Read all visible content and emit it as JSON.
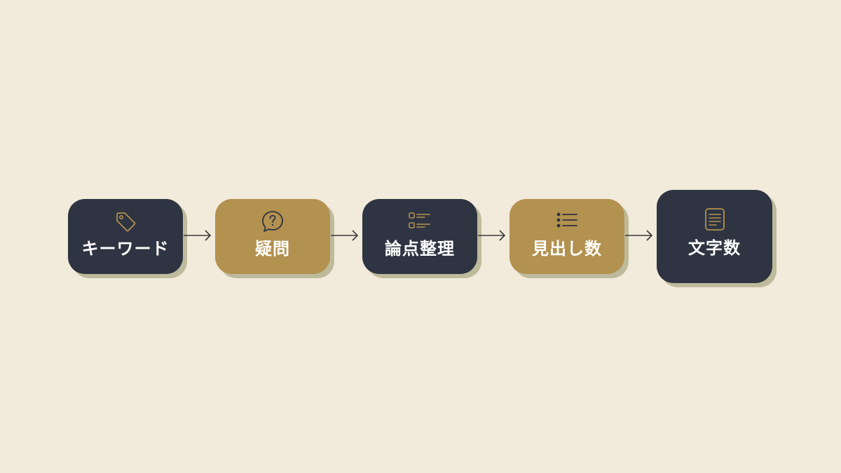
{
  "flow": {
    "steps": [
      {
        "label": "キーワード",
        "icon": "tag-icon",
        "color": "#2e3441"
      },
      {
        "label": "疑問",
        "icon": "question-bubble-icon",
        "color": "#b3914f"
      },
      {
        "label": "論点整理",
        "icon": "checklist-icon",
        "color": "#2e3441"
      },
      {
        "label": "見出し数",
        "icon": "bullet-list-icon",
        "color": "#b3914f"
      },
      {
        "label": "文字数",
        "icon": "document-icon",
        "color": "#2e3441"
      }
    ],
    "colors": {
      "background": "#f2eadb",
      "dark": "#2e3441",
      "gold": "#b3914f",
      "shadow": "#bdbb9c",
      "arrow": "#3a3a3a"
    }
  }
}
